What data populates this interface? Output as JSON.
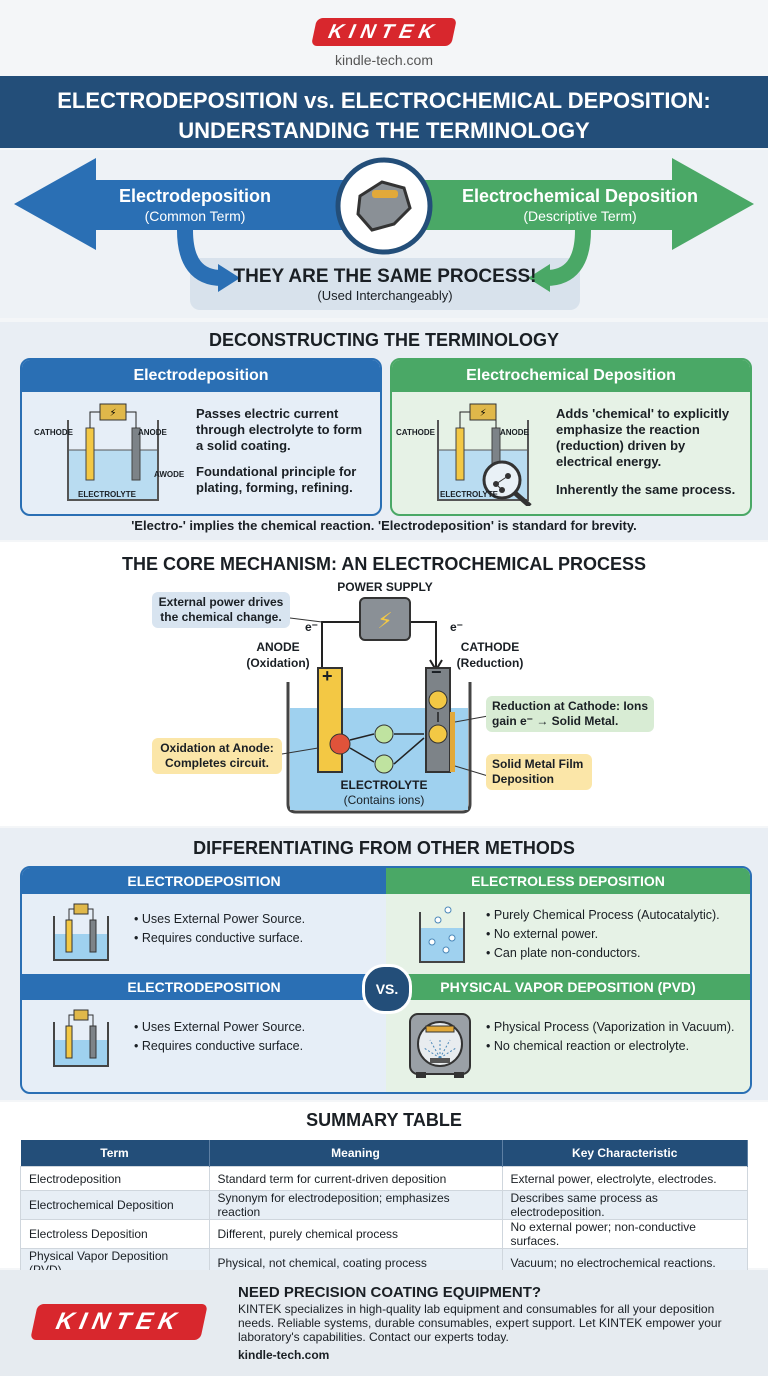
{
  "brand": {
    "logo": "KINTEK",
    "site": "kindle-tech.com"
  },
  "title": {
    "line1": "ELECTRODEPOSITION vs. ELECTROCHEMICAL DEPOSITION:",
    "line2": "UNDERSTANDING THE TERMINOLOGY"
  },
  "hero": {
    "left_term": "Electrodeposition",
    "left_sub": "(Common Term)",
    "right_term": "Electrochemical Deposition",
    "right_sub": "(Descriptive Term)",
    "same": "THEY ARE THE SAME PROCESS!",
    "same_sub": "(Used Interchangeably)"
  },
  "deconstruct": {
    "heading": "DECONSTRUCTING THE TERMINOLOGY",
    "left": {
      "title": "Electrodeposition",
      "p1": "Passes electric current through electrolyte to form a solid coating.",
      "p2": "Foundational principle for plating, forming, refining.",
      "cathode": "CATHODE",
      "anode": "ANODE",
      "anode2": "AWODE",
      "electrolyte": "ELECTROLYTE"
    },
    "right": {
      "title": "Electrochemical Deposition",
      "p1": "Adds 'chemical' to explicitly emphasize the reaction (reduction) driven by electrical energy.",
      "p2": "Inherently the same process.",
      "cathode": "CATHODE",
      "anode": "ANODE",
      "electrolyte": "ELECTROLYTE"
    },
    "note": "'Electro-' implies the chemical reaction. 'Electrodeposition' is standard for brevity."
  },
  "mechanism": {
    "heading": "THE CORE MECHANISM: AN ELECTROCHEMICAL PROCESS",
    "power": "POWER SUPPLY",
    "ext": "External power drives the chemical change.",
    "e": "e⁻",
    "anode": "ANODE",
    "anode_sub": "(Oxidation)",
    "cathode": "CATHODE",
    "cathode_sub": "(Reduction)",
    "reduction": "Reduction at Cathode: Ions gain e⁻ → Solid Metal.",
    "oxidation": "Oxidation at Anode: Completes circuit.",
    "film": "Solid Metal Film Deposition",
    "electrolyte": "ELECTROLYTE",
    "electrolyte_sub": "(Contains ions)",
    "plus": "+",
    "minus": "−"
  },
  "methods": {
    "heading": "DIFFERENTIATING FROM OTHER METHODS",
    "vs": "VS.",
    "tl": {
      "title": "ELECTRODEPOSITION",
      "items": [
        "Uses External Power Source.",
        "Requires conductive surface."
      ]
    },
    "tr": {
      "title": "ELECTROLESS DEPOSITION",
      "items": [
        "Purely Chemical Process (Autocatalytic).",
        "No external power.",
        "Can plate non-conductors."
      ]
    },
    "bl": {
      "title": "ELECTRODEPOSITION",
      "items": [
        "Uses External Power Source.",
        "Requires conductive surface."
      ]
    },
    "br": {
      "title": "PHYSICAL VAPOR DEPOSITION (PVD)",
      "items": [
        "Physical Process (Vaporization in Vacuum).",
        "No chemical reaction or electrolyte."
      ]
    }
  },
  "summary": {
    "heading": "SUMMARY TABLE",
    "headers": [
      "Term",
      "Meaning",
      "Key Characteristic"
    ],
    "rows": [
      [
        "Electrodeposition",
        "Standard term for current-driven deposition",
        "External power, electrolyte, electrodes."
      ],
      [
        "Electrochemical Deposition",
        "Synonym for electrodeposition; emphasizes reaction",
        "Describes same process as electrodeposition."
      ],
      [
        "Electroless Deposition",
        "Different, purely chemical process",
        "No external power; non-conductive surfaces."
      ],
      [
        "Physical Vapor Deposition (PVD)",
        "Physical, not chemical, coating process",
        "Vacuum; no electrochemical reactions."
      ]
    ]
  },
  "footer": {
    "heading": "NEED PRECISION COATING EQUIPMENT?",
    "body": "KINTEK specializes in high-quality lab equipment and consumables for all your deposition needs. Reliable systems, durable consumables, expert support. Let KINTEK empower your laboratory's capabilities. Contact our experts today.",
    "site": "kindle-tech.com",
    "logo": "KINTEK"
  },
  "colors": {
    "navy": "#234e79",
    "blue": "#2a6fb4",
    "green": "#4aa866",
    "red": "#d8272d",
    "yellow": "#f3c844"
  }
}
